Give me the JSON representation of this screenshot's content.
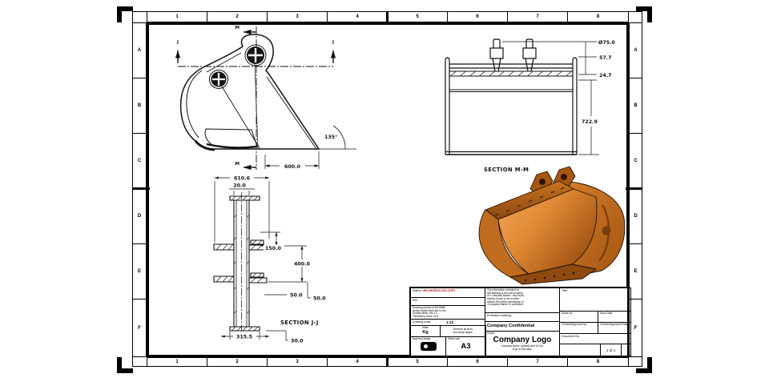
{
  "zones": {
    "top": [
      "1",
      "2",
      "3",
      "4",
      "5",
      "6",
      "7",
      "8"
    ],
    "bottom": [
      "1",
      "2",
      "3",
      "4",
      "5",
      "6",
      "7",
      "8"
    ],
    "left": [
      "A",
      "B",
      "C",
      "D",
      "E",
      "F"
    ],
    "right": [
      "A",
      "B",
      "C",
      "D",
      "E",
      "F"
    ]
  },
  "side_view": {
    "section_v_top": "M",
    "section_v_bottom": "M",
    "section_h_left": "J",
    "section_h_right": "J",
    "angle": "135°",
    "length": "600.0"
  },
  "section_mm": {
    "label": "SECTION M-M",
    "dia": "Ø75.0",
    "d1": "57.7",
    "d2": "24.7",
    "d3": "722.9"
  },
  "section_jj": {
    "label": "SECTION J-J",
    "w_top": "610.6",
    "w_web": "20.0",
    "d_rib": "150.0",
    "d_span": "400.0",
    "d_off1": "50.0",
    "d_off2": "50.0",
    "w_bot": "315.5",
    "d_bot": "30.0"
  },
  "title_block": {
    "status_label": "Status:",
    "status_value": "UNCONTROLLED COPY",
    "ref_label": "Ref:",
    "info_line1": "Drawing practice to BS 8888.",
    "info_line2": "Unless stated dims are in mm.",
    "info_line3": "Surface finish: Ra 3.2.",
    "info_line4": "Tolerances: linear ±0.5.",
    "scale_label": "Drawing scale",
    "scale_value": "1:12",
    "mass_label": "Mass",
    "mass_value": "Kg",
    "note_line1": "Remove all burrs",
    "note_line2": "and sharp edges.",
    "stamp_label": "Approval stamp",
    "size_label": "Sheet size",
    "size_value": "A3",
    "copy_line1": "The information contained in",
    "copy_line2": "this drawing is the sole property",
    "copy_line3": "of <Company Name>. Any repro-",
    "copy_line4": "duction in part or as a whole",
    "copy_line5": "without the written permission of",
    "copy_line6": "<Company Name> is prohibited.",
    "marking_label": "Protective marking:",
    "confidential": "Company Confidential",
    "owner_label": "Owner:",
    "logo": "Company Logo",
    "addr_line1": "Company Name, Address and Tel No.",
    "addr_line2": "to go in this area.",
    "title_label": "Title:",
    "drawn_label": "Drawn by",
    "issue_label": "Issue Date",
    "checked_label": "Checked/approved by",
    "checked_date_label": "Checked/approved Date",
    "doc_label": "Document No.",
    "sheet_value": "1 of 1"
  }
}
